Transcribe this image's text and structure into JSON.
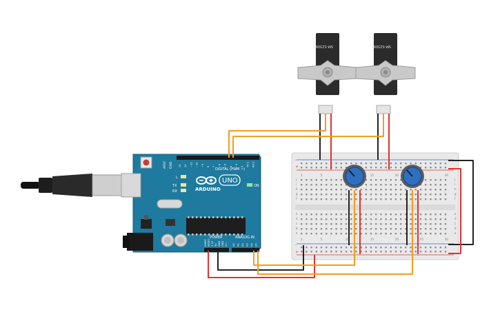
{
  "board": {
    "brand": "ARDUINO",
    "model": "UNO",
    "digital_label": "DIGITAL (PWM ~)",
    "power_label": "POWER",
    "analog_label": "ANALOG IN",
    "on_label": "ON",
    "l_label": "L",
    "tx_label": "TX",
    "rx_label": "RX",
    "aref_label": "AREF",
    "gnd_label": "GND",
    "digital_pins": [
      "13",
      "12",
      "~11",
      "~10",
      "~9",
      "8",
      "7",
      "~6",
      "~5",
      "4",
      "~3",
      "2",
      "TX 1",
      "RX 0"
    ],
    "power_pins": [
      "IOREF",
      "RESET",
      "3.3V",
      "5V",
      "GND",
      "GND",
      "Vin"
    ],
    "analog_pins": [
      "A0",
      "A1",
      "A2",
      "A3",
      "A4",
      "A5"
    ]
  },
  "servos": [
    {
      "label": "SM-S2309S"
    },
    {
      "label": "SM-S2309S"
    }
  ],
  "breadboard": {
    "col_numbers": [
      "1",
      "5",
      "10",
      "15",
      "20",
      "25",
      "30"
    ],
    "row_letters_top": [
      "j",
      "i",
      "h",
      "g",
      "f"
    ],
    "row_letters_bottom": [
      "e",
      "d",
      "c",
      "b",
      "a"
    ]
  },
  "colors": {
    "board": "#1e7a9e",
    "wire_black": "#222222",
    "wire_red": "#e3312d",
    "wire_orange": "#f39c1e",
    "pot_knob": "#2f6fc0",
    "breadboard": "#e9e9e9",
    "servo_body": "#2b2b2b",
    "servo_horn": "#c9c9c9"
  }
}
